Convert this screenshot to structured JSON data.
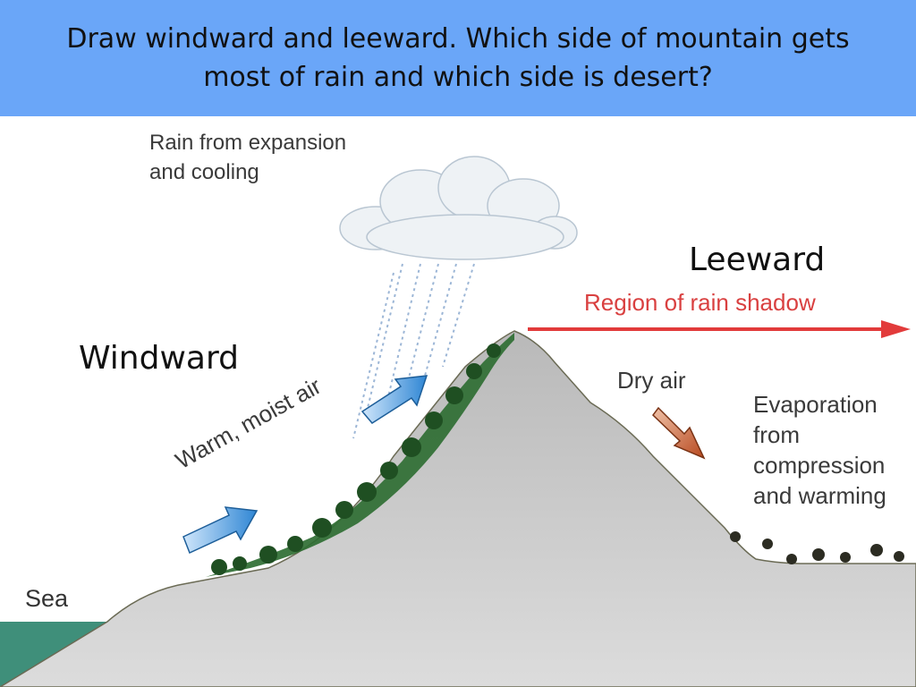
{
  "header": {
    "title": "Draw windward and leeward. Which side of mountain gets most of rain and which side is desert?"
  },
  "diagram": {
    "rain_label_line1": "Rain from expansion",
    "rain_label_line2": "and cooling",
    "leeward_label": "Leeward",
    "windward_label": "Windward",
    "rain_shadow_label": "Region of rain shadow",
    "dry_air_label": "Dry air",
    "evaporation_lines": [
      "Evaporation",
      "from",
      "compression",
      "and warming"
    ],
    "warm_air_label": "Warm, moist air",
    "sea_label": "Sea",
    "colors": {
      "header_bg": "#6aa6f8",
      "rain_shadow": "#d94040",
      "mountain": "#c4c4c4",
      "forest": "#2e6b2e",
      "sea": "#3f8f7a",
      "moist_arrow": "#3b8fd6",
      "dry_arrow": "#c65a30"
    }
  }
}
